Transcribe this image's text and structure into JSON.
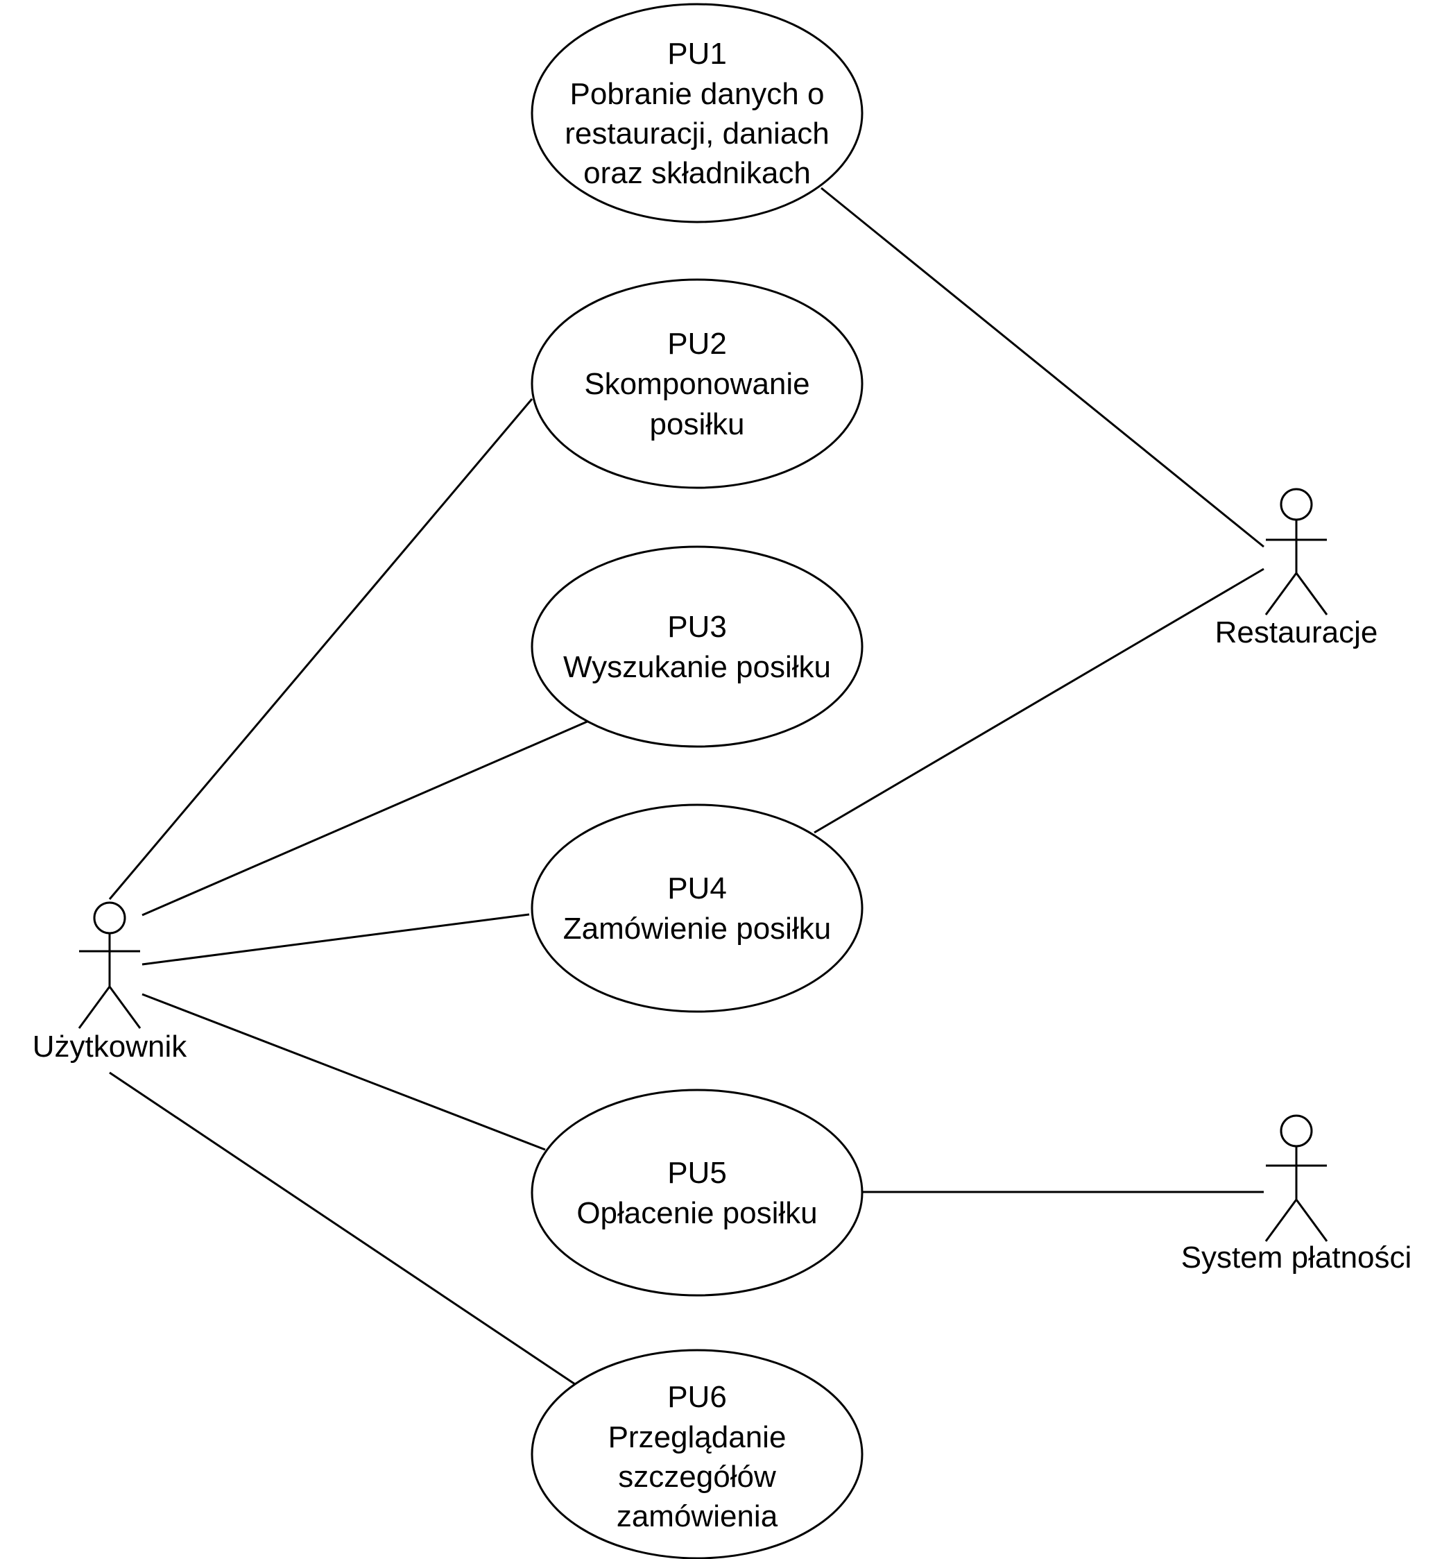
{
  "actors": {
    "uzytkownik": {
      "label": "Użytkownik"
    },
    "restauracje": {
      "label": "Restauracje"
    },
    "system_platnosci": {
      "label": "System płatności"
    }
  },
  "use_cases": [
    {
      "id": "PU1",
      "lines": [
        "PU1",
        "Pobranie danych o",
        "restauracji, daniach",
        "oraz składnikach"
      ]
    },
    {
      "id": "PU2",
      "lines": [
        "PU2",
        "Skomponowanie",
        "posiłku"
      ]
    },
    {
      "id": "PU3",
      "lines": [
        "PU3",
        "Wyszukanie posiłku"
      ]
    },
    {
      "id": "PU4",
      "lines": [
        "PU4",
        "Zamówienie posiłku"
      ]
    },
    {
      "id": "PU5",
      "lines": [
        "PU5",
        "Opłacenie posiłku"
      ]
    },
    {
      "id": "PU6",
      "lines": [
        "PU6",
        "Przeglądanie",
        "szczegółów",
        "zamówienia"
      ]
    }
  ]
}
